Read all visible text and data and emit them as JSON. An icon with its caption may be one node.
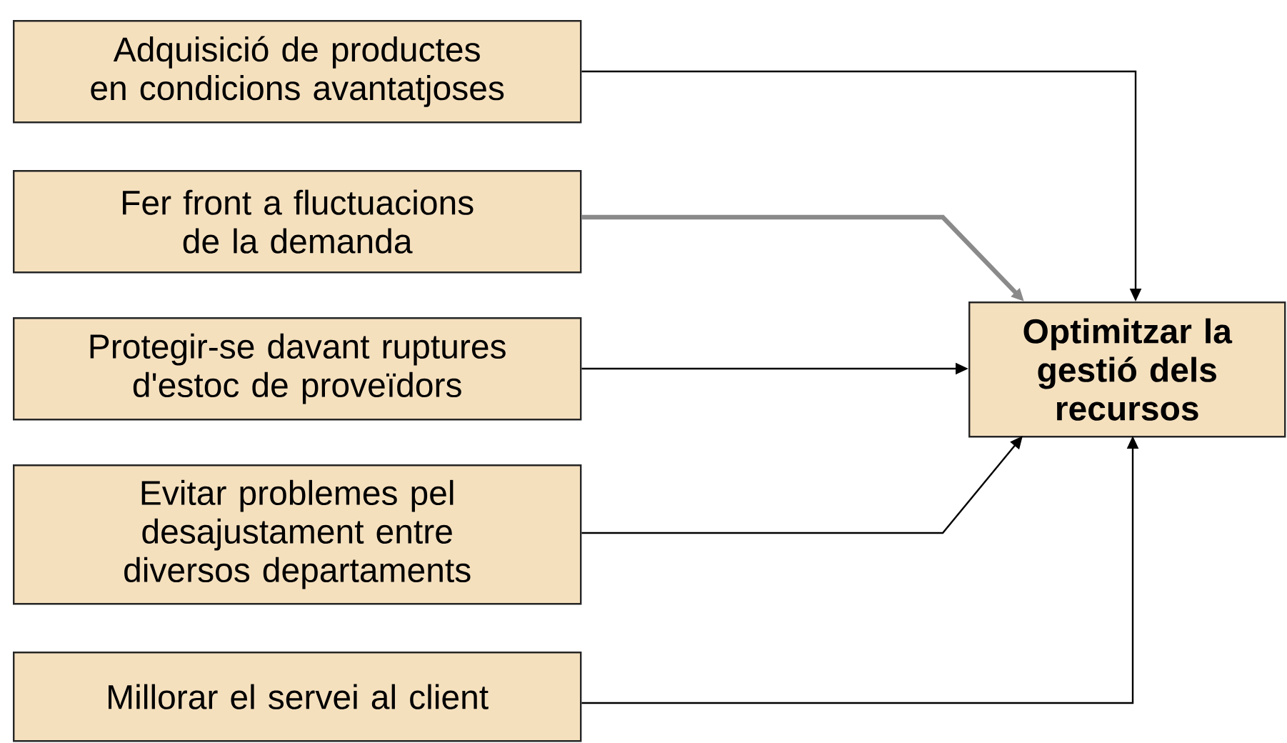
{
  "diagram": {
    "nodes": [
      {
        "text": [
          "Adquisició de productes en condicions avantatjoses"
        ]
      },
      {
        "text": [
          "Fer front a fluctuacions de la demanda"
        ]
      },
      {
        "text": [
          "Protegir-se davant ruptures d'estoc de proveïdors"
        ]
      },
      {
        "text": [
          "Evitar problemes pel desajustament entre diversos departaments"
        ]
      },
      {
        "text": [
          "Millorar el servei al client"
        ]
      },
      {
        "text": [
          "Optimitzar la gestió dels recursos"
        ]
      }
    ],
    "edges": [
      {
        "from": 0,
        "to": 5,
        "arrow": "to"
      },
      {
        "from": 1,
        "to": 5,
        "arrow": "to",
        "style": "thick",
        "color": "#8a8a8a"
      },
      {
        "from": 2,
        "to": 5,
        "arrow": "to"
      },
      {
        "from": 3,
        "to": 5,
        "arrow": "to"
      },
      {
        "from": 4,
        "to": 5,
        "arrow": "to"
      }
    ]
  }
}
